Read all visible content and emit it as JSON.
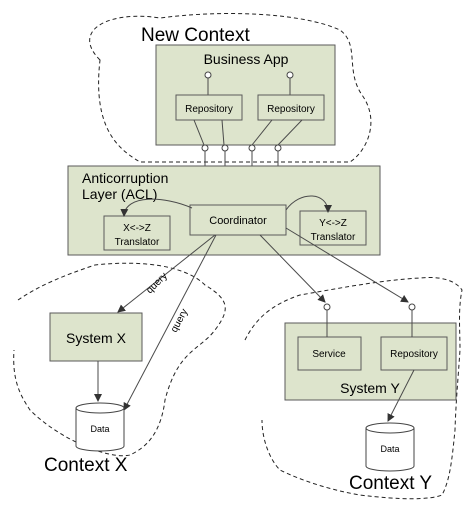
{
  "contexts": {
    "new": "New Context",
    "x": "Context X",
    "y": "Context Y"
  },
  "business_app": {
    "title": "Business App",
    "repo_left": "Repository",
    "repo_right": "Repository"
  },
  "acl": {
    "title_line1": "Anticorruption",
    "title_line2": "Layer (ACL)",
    "coordinator": "Coordinator",
    "translator_xz_line1": "X<->Z",
    "translator_xz_line2": "Translator",
    "translator_yz_line1": "Y<->Z",
    "translator_yz_line2": "Translator"
  },
  "system_x": {
    "title": "System X",
    "data": "Data"
  },
  "system_y": {
    "title": "System Y",
    "service": "Service",
    "repository": "Repository",
    "data": "Data"
  },
  "edges": {
    "query_1": "query",
    "query_2": "query"
  }
}
